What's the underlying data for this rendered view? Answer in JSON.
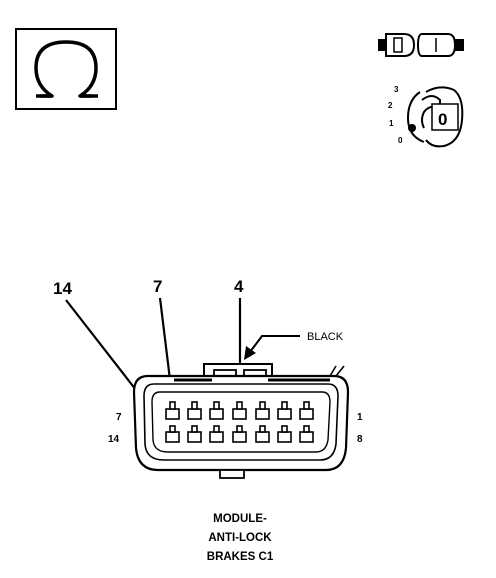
{
  "symbol": {
    "glyph": "Ω",
    "meaning": "ohmmeter-icon"
  },
  "ignition": {
    "positions": [
      "3",
      "2",
      "1",
      "0"
    ],
    "key_label": "0"
  },
  "callouts": {
    "pin_14": "14",
    "pin_7": "7",
    "pin_4": "4"
  },
  "wire_color": "BLACK",
  "row_labels": {
    "top_left": "7",
    "top_right": "1",
    "bottom_left": "14",
    "bottom_right": "8"
  },
  "caption": {
    "line1": "MODULE-",
    "line2": "ANTI-LOCK",
    "line3": "BRAKES C1"
  }
}
